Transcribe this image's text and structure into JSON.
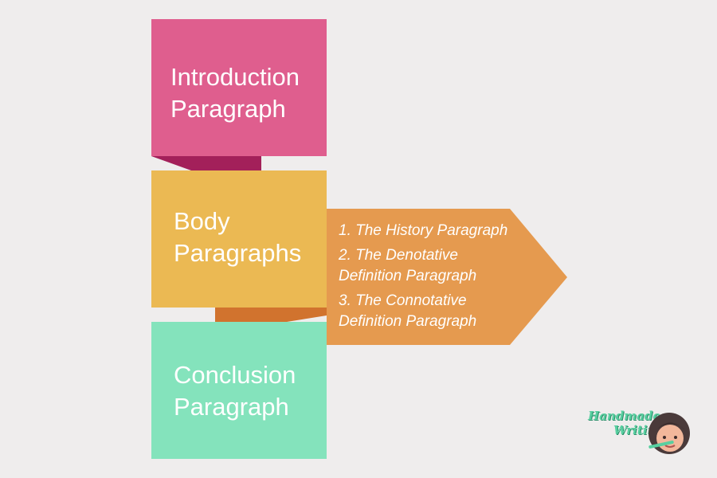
{
  "boxes": {
    "intro": {
      "lines": [
        "Introduction",
        "Paragraph"
      ],
      "color": "#df5e8e",
      "fold_color": "#a3205a"
    },
    "body": {
      "lines": [
        "Body",
        "Paragraphs"
      ],
      "color": "#ebb953",
      "fold_color": "#d1732e"
    },
    "conclusion": {
      "lines": [
        "Conclusion",
        "Paragraph"
      ],
      "color": "#84e3bc"
    }
  },
  "arrow": {
    "color": "#e59a4f",
    "items": [
      {
        "lines": [
          "1. The History Paragraph"
        ]
      },
      {
        "lines": [
          "2. The Denotative",
          "Definition Paragraph"
        ]
      },
      {
        "lines": [
          "3. The Connotative",
          "Definition Paragraph"
        ]
      }
    ]
  },
  "logo": {
    "line1": "Handmade",
    "line2": "Writing"
  },
  "background": "#efeded"
}
